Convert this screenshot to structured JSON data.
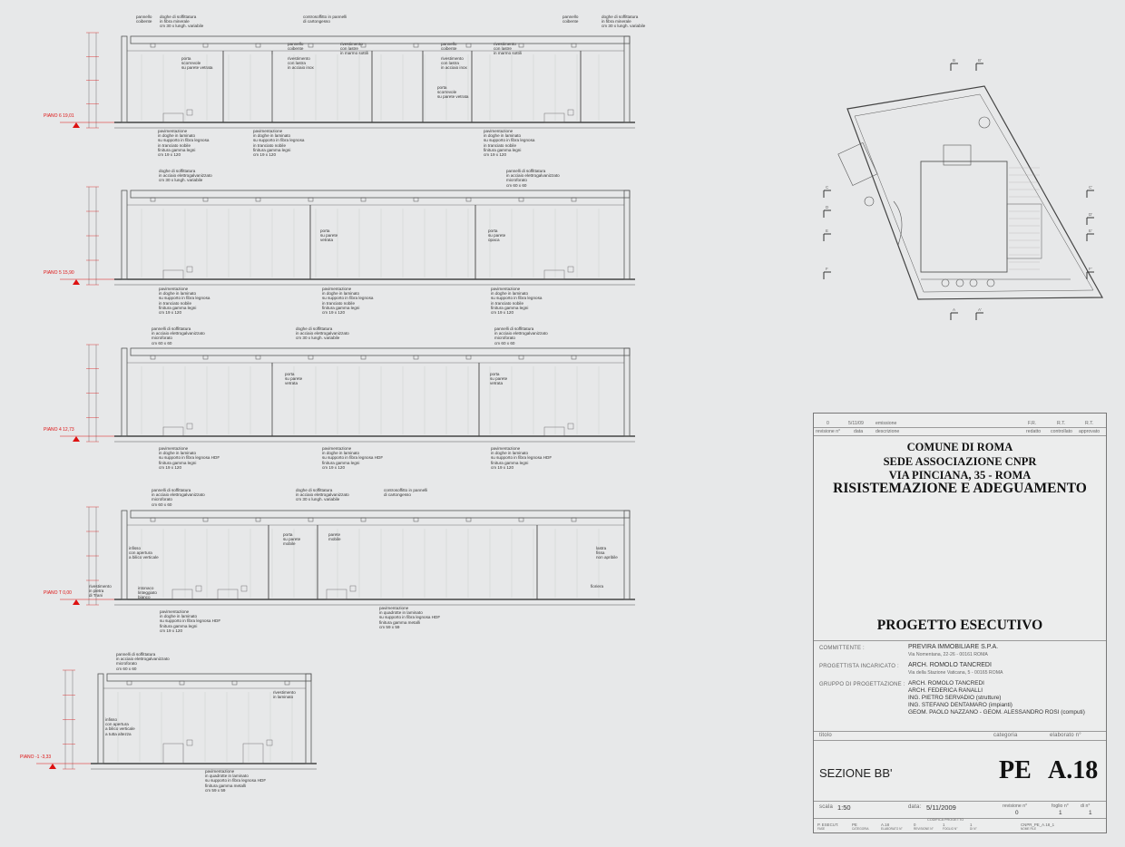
{
  "sections": [
    {
      "level_label": "PIANO 6  19,01",
      "notes": [
        {
          "text": "pannello\ncoibente"
        },
        {
          "text": "doghe di soffittatura\nin fibra minerale\ncm 30 x lungh. variabile"
        },
        {
          "text": "controsoffitto in pannelli\ndi cartongesso"
        },
        {
          "text": "pannello\ncoibente"
        },
        {
          "text": "doghe di soffittatura\nin fibra minerale\ncm 30 x lungh. variabile"
        },
        {
          "text": "pannello\ncoibente"
        },
        {
          "text": "rivestimento\ncon lastre\nin marmo sottili"
        },
        {
          "text": "pannello\ncoibente"
        },
        {
          "text": "rivestimento\ncon lastre\nin marmo sottili"
        },
        {
          "text": "rivestimento\ncon lastra\nin acciaio inox"
        },
        {
          "text": "rivestimento\ncon lastra\nin acciaio inox"
        },
        {
          "text": "porta\nscorrevole\nsu parete vetrata"
        },
        {
          "text": "porta\nscorrevole\nsu parete vetrata"
        },
        {
          "text": "pavimentazione\nin doghe in laminato\nsu supporto in fibra legnosa\nin tranciato nobile\nfinitura gamma legni\ncm 19 x 120"
        },
        {
          "text": "pavimentazione\nin doghe in laminato\nsu supporto in fibra legnosa\nin tranciato nobile\nfinitura gamma legni\ncm 19 x 120"
        },
        {
          "text": "pavimentazione\nin doghe in laminato\nsu supporto in fibra legnosa\nin tranciato nobile\nfinitura gamma legni\ncm 19 x 120"
        }
      ]
    },
    {
      "level_label": "PIANO 5  15,90",
      "notes": [
        {
          "text": "doghe di soffittatura\nin acciaio elettrogalvanizzato\ncm 30 x lungh. variabile"
        },
        {
          "text": "pannelli di soffittatura\nin acciaio elettrogalvanizzato\nmicroforato\ncm 60 x 60"
        },
        {
          "text": "porta\nsu parete\nvetrata"
        },
        {
          "text": "porta\nsu parete\nopaca"
        },
        {
          "text": "pavimentazione\nin doghe in laminato\nsu supporto in fibra legnosa\nin tranciato nobile\nfinitura gamma legni\ncm 19 x 120"
        },
        {
          "text": "pavimentazione\nin doghe in laminato\nsu supporto in fibra legnosa\nin tranciato nobile\nfinitura gamma legni\ncm 19 x 120"
        },
        {
          "text": "pavimentazione\nin doghe in laminato\nsu supporto in fibra legnosa\nin tranciato nobile\nfinitura gamma legni\ncm 19 x 120"
        }
      ]
    },
    {
      "level_label": "PIANO 4  12,73",
      "notes": [
        {
          "text": "pannelli di soffittatura\nin acciaio elettrogalvanizzato\nmicroforato\ncm 60 x 60"
        },
        {
          "text": "doghe di soffittatura\nin acciaio elettrogalvanizzato\ncm 30 x lungh. variabile"
        },
        {
          "text": "pannelli di soffittatura\nin acciaio elettrogalvanizzato\nmicroforato\ncm 60 x 60"
        },
        {
          "text": "porta\nsu parete\nvetrata"
        },
        {
          "text": "porta\nsu parete\nvetrata"
        },
        {
          "text": "pavimentazione\nin doghe in laminato\nsu supporto in fibra legnosa HDF\nfinitura gamma legni\ncm 19 x 120"
        },
        {
          "text": "pavimentazione\nin doghe in laminato\nsu supporto in fibra legnosa HDF\nfinitura gamma legni\ncm 19 x 120"
        },
        {
          "text": "pavimentazione\nin doghe in laminato\nsu supporto in fibra legnosa HDF\nfinitura gamma legni\ncm 19 x 120"
        }
      ]
    },
    {
      "level_label": "PIANO T  0,00",
      "notes": [
        {
          "text": "pannelli di soffittatura\nin acciaio elettrogalvanizzato\nmicroforato\ncm 60 x 60"
        },
        {
          "text": "doghe di soffittatura\nin acciaio elettrogalvanizzato\ncm 30 x lungh. variabile"
        },
        {
          "text": "controsoffitto in pannelli\ndi cartongesso"
        },
        {
          "text": "infisso\ncon apertura\na bilico verticale"
        },
        {
          "text": "porta\nsu parete\nmobile"
        },
        {
          "text": "parete\nmobile"
        },
        {
          "text": "lastra\nfissa\nnon apribile"
        },
        {
          "text": "rivestimento\nin pietra\ndi Trani"
        },
        {
          "text": "intonaco\nlinteggiato\nbianco"
        },
        {
          "text": "fioriera"
        },
        {
          "text": "pavimentazione\nin doghe in laminato\nsu supporto in fibra legnosa HDF\nfinitura gamma legni\ncm 19 x 120"
        },
        {
          "text": "pavimentazione\nin quadrotte in laminato\nsu supporto in fibra legnosa HDF\nfinitura gamma metalli\ncm 59 x 59"
        }
      ]
    },
    {
      "level_label": "PIANO -1  -3,33",
      "notes": [
        {
          "text": "pannelli di soffittatura\nin acciaio elettrogalvanizzato\nmicroforato\ncm 60 x 60"
        },
        {
          "text": "rivestimento\nin laminato"
        },
        {
          "text": "infisso\ncon apertura\na bilico verticale\na tutta altezza"
        },
        {
          "text": "pavimentazione\nin quadrotte in laminato\nsu supporto in fibra legnosa HDF\nfinitura gamma metalli\ncm 59 x 59"
        }
      ]
    }
  ],
  "title_block": {
    "revision": {
      "n": "0",
      "date": "5/11/09",
      "desc": "emissione",
      "drawn": "F.R.",
      "checked": "R.T.",
      "approved": "R.T.",
      "h_n": "revisione n°",
      "h_date": "data",
      "h_desc": "descrizione",
      "h_drawn": "redatto",
      "h_checked": "controllato",
      "h_approved": "approvato"
    },
    "line1": "COMUNE DI ROMA",
    "line2": "SEDE ASSOCIAZIONE CNPR",
    "line3": "VIA PINCIANA, 35 - ROMA",
    "line4": "RISISTEMAZIONE E ADEGUAMENTO",
    "phase": "PROGETTO ESECUTIVO",
    "client_label": "COMMITTENTE :",
    "client_name": "PREVIRA IMMOBILIARE S.P.A.",
    "client_address": "Via Nomentana, 22-26 - 00161 ROMA",
    "designer_label": "PROGETTISTA INCARICATO :",
    "designer_name": "ARCH. ROMOLO TANCREDI",
    "designer_address": "Via della Stazione Vaticana, 5 - 00165 ROMA",
    "team_label": "GRUPPO DI PROGETTAZIONE :",
    "team": [
      "ARCH. ROMOLO TANCREDI",
      "ARCH. FEDERICA RANALLI",
      "ING. PIETRO SERVADIO (strutture)",
      "ING. STEFANO DENTAMARO (impianti)",
      "GEOM. PAOLO NAZZANO - GEOM. ALESSANDRO ROSI (computi)"
    ],
    "h_title": "titolo",
    "h_category": "categoria",
    "h_drawing": "elaborato n°",
    "sheet_title": "SEZIONE BB'",
    "category": "PE",
    "drawing_no": "A.18",
    "scale_label": "scala",
    "scale": "1:50",
    "date_label": "data:",
    "date": "5/11/2009",
    "h_rev": "revisione n°",
    "rev": "0",
    "h_sheet": "foglio n°",
    "sheet": "1",
    "h_of": "di n°",
    "of": "1",
    "code_header": "CODIFICA PROGETTO",
    "code_values": [
      "P. ESECUT.",
      "PE",
      "A.18",
      "0",
      "1",
      "1",
      "CNPR_PE_A.18_1"
    ],
    "code_labels": [
      "FASE",
      "CATEGORIA",
      "ELABORATO N°",
      "REVISIONE N°",
      "FOGLIO N°",
      "DI N°",
      "NOME FILE"
    ]
  },
  "plan_markers": [
    "B",
    "B'",
    "A",
    "A'",
    "C",
    "C'",
    "D",
    "D'",
    "E",
    "E'",
    "F",
    "F'"
  ]
}
